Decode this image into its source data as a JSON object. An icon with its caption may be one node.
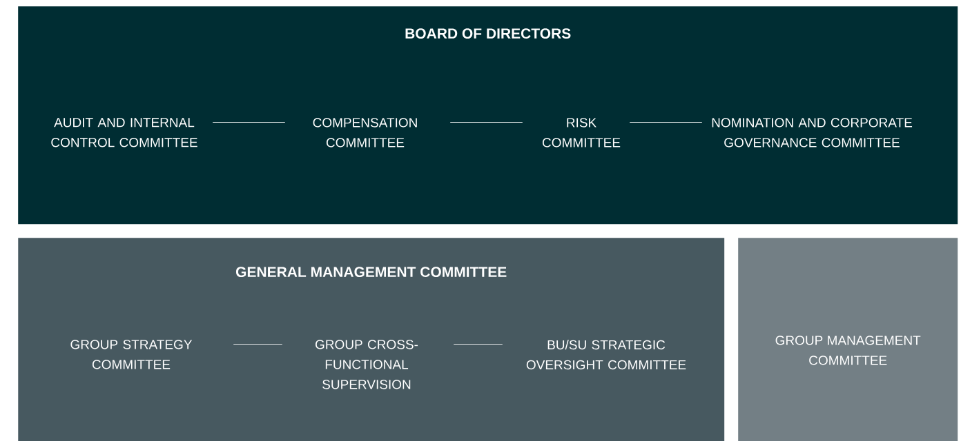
{
  "diagram": {
    "nodes": [
      {
        "text": [
          "BOARD OF DIRECTORS"
        ]
      },
      {
        "text": [
          "AUDIT AND INTERNAL CONTROL COMMITTEE"
        ],
        "in": 0
      },
      {
        "text": [
          "COMPENSATION COMMITTEE"
        ],
        "in": 0
      },
      {
        "text": [
          "RISK COMMITTEE"
        ],
        "in": 0
      },
      {
        "text": [
          "NOMINATION AND CORPORATE GOVERNANCE COMMITTEE"
        ],
        "in": 0
      },
      {
        "text": [
          "GENERAL MANAGEMENT COMMITTEE"
        ]
      },
      {
        "text": [
          "GROUP STRATEGY COMMITTEE"
        ],
        "in": 5
      },
      {
        "text": [
          "GROUP CROSS-FUNCTIONAL SUPERVISION"
        ],
        "in": 5
      },
      {
        "text": [
          "BU/SU STRATEGIC OVERSIGHT COMMITTEE"
        ],
        "in": 5
      },
      {
        "text": [
          "GROUP MANAGEMENT COMMITTEE"
        ]
      }
    ],
    "edges": [
      {
        "from": 1,
        "to": 2,
        "arrow": "none"
      },
      {
        "from": 2,
        "to": 3,
        "arrow": "none"
      },
      {
        "from": 3,
        "to": 4,
        "arrow": "none"
      },
      {
        "from": 6,
        "to": 7,
        "arrow": "none"
      },
      {
        "from": 7,
        "to": 8,
        "arrow": "none"
      }
    ]
  }
}
